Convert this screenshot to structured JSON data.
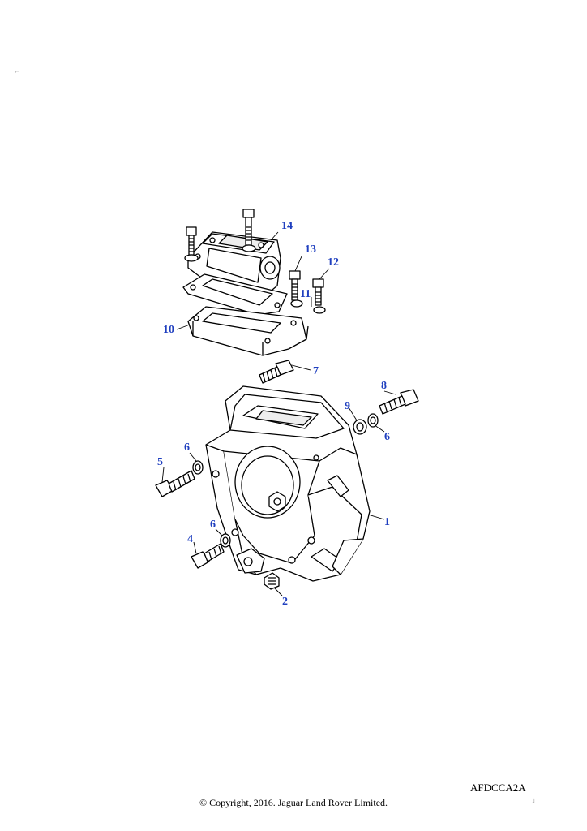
{
  "diagram": {
    "reference_code": "AFDCCA2A",
    "copyright": "© Copyright, 2016. Jaguar Land Rover Limited.",
    "callouts": [
      {
        "id": "c1",
        "label": "1"
      },
      {
        "id": "c2",
        "label": "2"
      },
      {
        "id": "c4",
        "label": "4"
      },
      {
        "id": "c5",
        "label": "5"
      },
      {
        "id": "c6a",
        "label": "6"
      },
      {
        "id": "c6b",
        "label": "6"
      },
      {
        "id": "c6c",
        "label": "6"
      },
      {
        "id": "c7",
        "label": "7"
      },
      {
        "id": "c8",
        "label": "8"
      },
      {
        "id": "c9",
        "label": "9"
      },
      {
        "id": "c10",
        "label": "10"
      },
      {
        "id": "c11",
        "label": "11"
      },
      {
        "id": "c12",
        "label": "12"
      },
      {
        "id": "c13",
        "label": "13"
      },
      {
        "id": "c14",
        "label": "14"
      }
    ],
    "colors": {
      "callout": "#1f3fbf",
      "line": "#000000"
    }
  }
}
